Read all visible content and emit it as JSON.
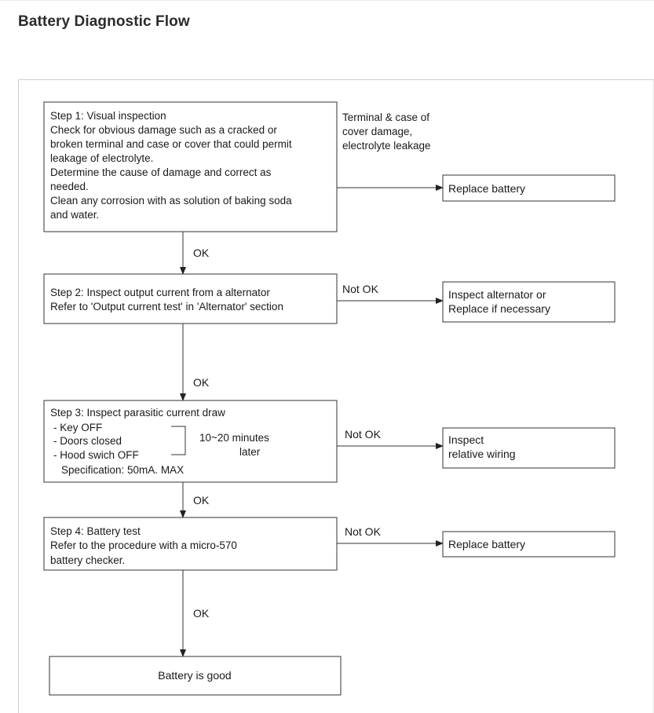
{
  "page": {
    "title": "Battery Diagnostic Flow"
  },
  "flow": {
    "step1": {
      "lines": [
        "Step 1: Visual inspection",
        "Check for obvious damage such as a cracked or",
        "broken terminal and case or cover that could permit",
        "leakage of electrolyte.",
        "Determine the cause of damage and correct as",
        "needed.",
        "Clean any corrosion with as solution of baking soda",
        "and water."
      ]
    },
    "step1_condition": [
      "Terminal  &  case of",
      "cover damage,",
      "electrolyte leakage"
    ],
    "step1_action": "Replace battery",
    "ok_1": "OK",
    "step2": {
      "lines": [
        "Step 2: Inspect output current from a alternator",
        "Refer to 'Output current test' in 'Alternator' section"
      ]
    },
    "step2_condition": "Not OK",
    "step2_action": [
      "Inspect alternator or",
      "Replace if necessary"
    ],
    "ok_2": "OK",
    "step3": {
      "title": "Step 3: Inspect parasitic current draw",
      "items": [
        "- Key OFF",
        "- Doors closed",
        "- Hood swich OFF"
      ],
      "spec": "Specification: 50mA. MAX",
      "timing": [
        "10~20 minutes",
        "later"
      ]
    },
    "step3_condition": "Not OK",
    "step3_action": [
      "Inspect",
      "relative wiring"
    ],
    "ok_3": "OK",
    "step4": {
      "lines": [
        "Step 4: Battery test",
        "Refer to the procedure with a micro-570",
        "battery checker."
      ]
    },
    "step4_condition": "Not OK",
    "step4_action": "Replace battery",
    "ok_4": "OK",
    "result": "Battery is good"
  }
}
